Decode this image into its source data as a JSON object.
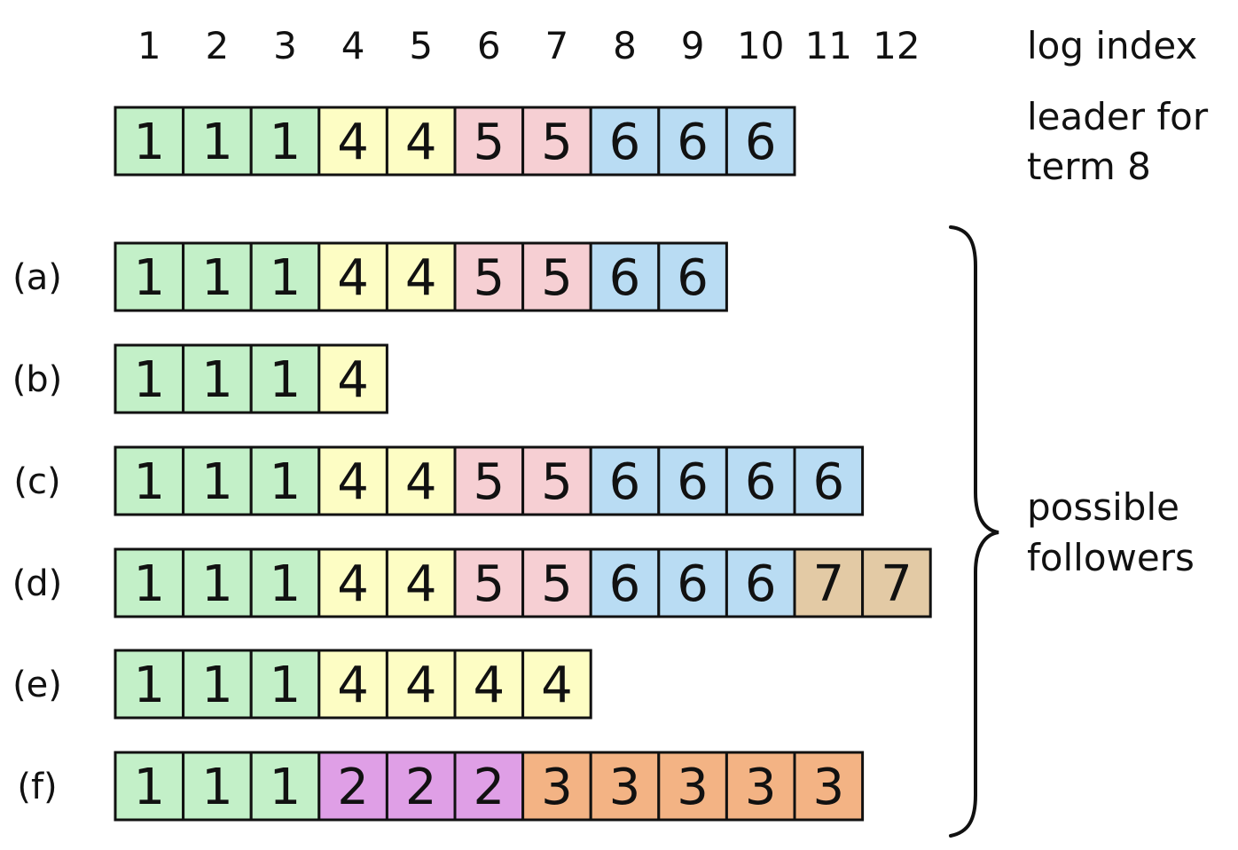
{
  "header": {
    "log_indices": [
      "1",
      "2",
      "3",
      "4",
      "5",
      "6",
      "7",
      "8",
      "9",
      "10",
      "11",
      "12"
    ],
    "log_index_label": "log index"
  },
  "leader": {
    "label_line1": "leader for",
    "label_line2": "term 8",
    "entries": [
      "1",
      "1",
      "1",
      "4",
      "4",
      "5",
      "5",
      "6",
      "6",
      "6"
    ]
  },
  "followers_label": {
    "line1": "possible",
    "line2": "followers"
  },
  "followers": [
    {
      "label": "(a)",
      "entries": [
        "1",
        "1",
        "1",
        "4",
        "4",
        "5",
        "5",
        "6",
        "6"
      ]
    },
    {
      "label": "(b)",
      "entries": [
        "1",
        "1",
        "1",
        "4"
      ]
    },
    {
      "label": "(c)",
      "entries": [
        "1",
        "1",
        "1",
        "4",
        "4",
        "5",
        "5",
        "6",
        "6",
        "6",
        "6"
      ]
    },
    {
      "label": "(d)",
      "entries": [
        "1",
        "1",
        "1",
        "4",
        "4",
        "5",
        "5",
        "6",
        "6",
        "6",
        "7",
        "7"
      ]
    },
    {
      "label": "(e)",
      "entries": [
        "1",
        "1",
        "1",
        "4",
        "4",
        "4",
        "4"
      ]
    },
    {
      "label": "(f)",
      "entries": [
        "1",
        "1",
        "1",
        "2",
        "2",
        "2",
        "3",
        "3",
        "3",
        "3",
        "3"
      ]
    }
  ],
  "term_colors": {
    "1": "#c3f0c8",
    "2": "#df9fe6",
    "3": "#f3b384",
    "4": "#fdfdc4",
    "5": "#f6cfd3",
    "6": "#b9dcf3",
    "7": "#e3caa5"
  }
}
